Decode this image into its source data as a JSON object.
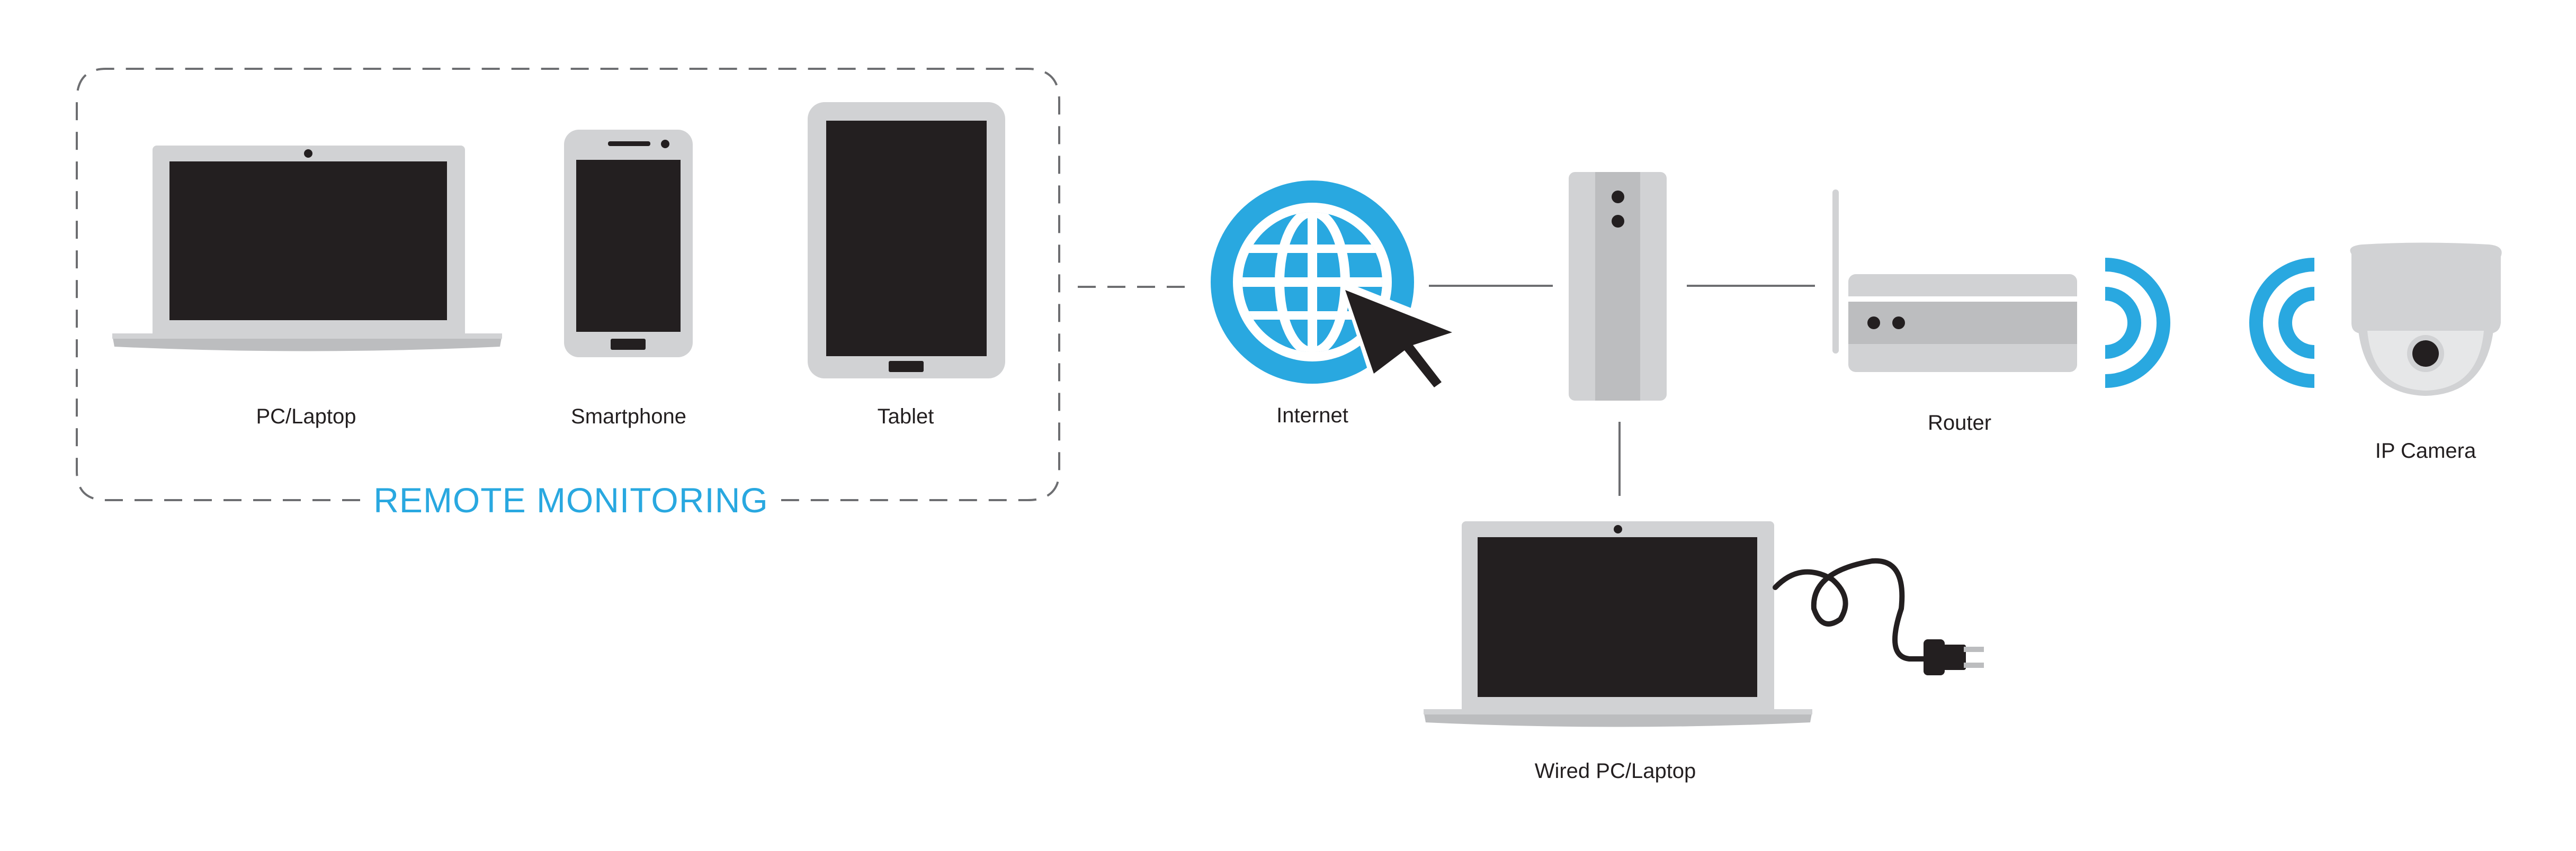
{
  "colors": {
    "accent": "#29a8e0",
    "screen": "#231f20",
    "device_gray": "#d1d2d4",
    "device_dark_gray": "#bcbdbf",
    "line": "#6d6e71",
    "dashed_border": "#6d6e71"
  },
  "group": {
    "title": "REMOTE MONITORING"
  },
  "devices": {
    "laptop": {
      "label": "PC/Laptop"
    },
    "smartphone": {
      "label": "Smartphone"
    },
    "tablet": {
      "label": "Tablet"
    },
    "internet": {
      "label": "Internet",
      "icon": "globe-icon"
    },
    "modem": {
      "icon": "modem-icon"
    },
    "router": {
      "label": "Router"
    },
    "camera": {
      "label": "IP Camera"
    },
    "wired_laptop": {
      "label": "Wired PC/Laptop"
    }
  }
}
